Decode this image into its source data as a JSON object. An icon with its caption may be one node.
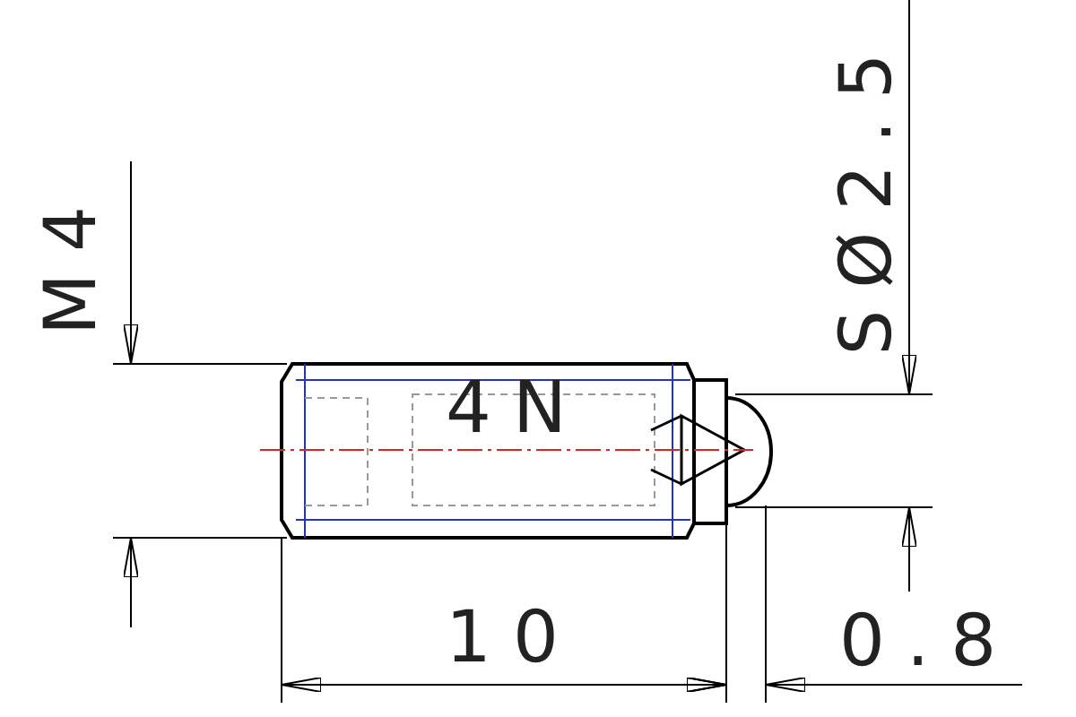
{
  "diagram": {
    "labels": [
      "M4",
      "SØ2.5",
      "4N",
      "10",
      "0.8"
    ]
  }
}
